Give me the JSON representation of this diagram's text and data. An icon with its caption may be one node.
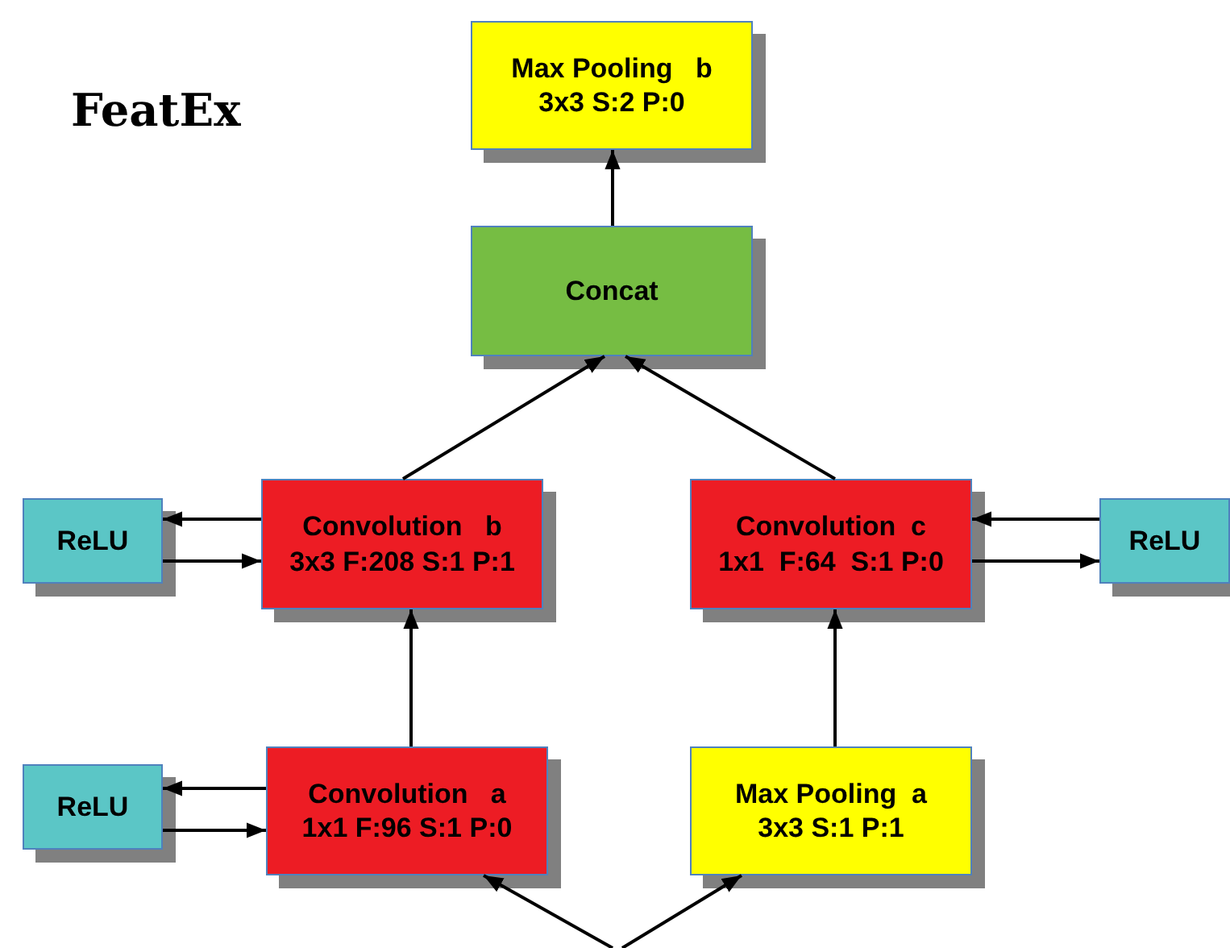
{
  "diagram": {
    "title": "FeatEx",
    "nodes": [
      {
        "text": [
          "Max Pooling   b",
          "3x3 S:2 P:0"
        ]
      },
      {
        "text": [
          "Concat"
        ]
      },
      {
        "text": [
          "Convolution   b",
          "3x3 F:208 S:1 P:1"
        ]
      },
      {
        "text": [
          "ReLU"
        ]
      },
      {
        "text": [
          "Convolution  c",
          "1x1  F:64  S:1 P:0"
        ]
      },
      {
        "text": [
          "ReLU"
        ]
      },
      {
        "text": [
          "ReLU"
        ]
      },
      {
        "text": [
          "Convolution   a",
          "1x1 F:96 S:1 P:0"
        ]
      },
      {
        "text": [
          "Max Pooling  a",
          "3x3 S:1 P:1"
        ]
      }
    ],
    "edges": [
      {
        "from": 1,
        "to": 0,
        "arrow": "to"
      },
      {
        "from": 2,
        "to": 1,
        "arrow": "to"
      },
      {
        "from": 4,
        "to": 1,
        "arrow": "to"
      },
      {
        "from": 2,
        "to": 3,
        "arrow": "to"
      },
      {
        "from": 3,
        "to": 2,
        "arrow": "to"
      },
      {
        "from": 5,
        "to": 4,
        "arrow": "to"
      },
      {
        "from": 4,
        "to": 5,
        "arrow": "to"
      },
      {
        "from": 7,
        "to": 2,
        "arrow": "to"
      },
      {
        "from": 8,
        "to": 4,
        "arrow": "to"
      },
      {
        "from": 7,
        "to": 6,
        "arrow": "to"
      },
      {
        "from": 6,
        "to": 7,
        "arrow": "to"
      },
      {
        "from": null,
        "to": 7,
        "arrow": "to"
      },
      {
        "from": null,
        "to": 8,
        "arrow": "to"
      }
    ]
  }
}
